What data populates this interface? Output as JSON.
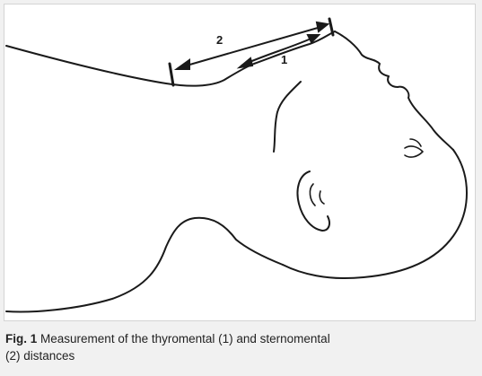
{
  "figure": {
    "label": "Fig. 1",
    "caption_line1": "Measurement of the thyromental (1) and sternomental",
    "caption_line2": "(2) distances",
    "measurement_labels": {
      "thyromental": "1",
      "sternomental": "2"
    },
    "colors": {
      "outline": "#1a1a1a",
      "background": "#f1f1f1",
      "panel": "#ffffff"
    }
  }
}
